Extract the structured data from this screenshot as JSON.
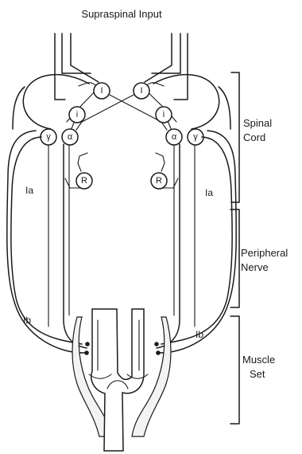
{
  "title": "Supraspinal Input",
  "nodes": {
    "I_left": "I",
    "i_left": "i",
    "alpha_left": "α",
    "gamma_left": "γ",
    "R_left": "R",
    "I_right": "I",
    "i_right": "i",
    "alpha_right": "α",
    "gamma_right": "γ",
    "R_right": "R"
  },
  "fibers": {
    "Ia_left": "Ia",
    "Ia_right": "Ia",
    "Ib_left": "Ib",
    "Ib_right": "Ib"
  },
  "sections": {
    "spinal_cord_1": "Spinal",
    "spinal_cord_2": "Cord",
    "peripheral_nerve_1": "Peripheral",
    "peripheral_nerve_2": "Nerve",
    "muscle_set_1": "Muscle",
    "muscle_set_2": "Set"
  }
}
